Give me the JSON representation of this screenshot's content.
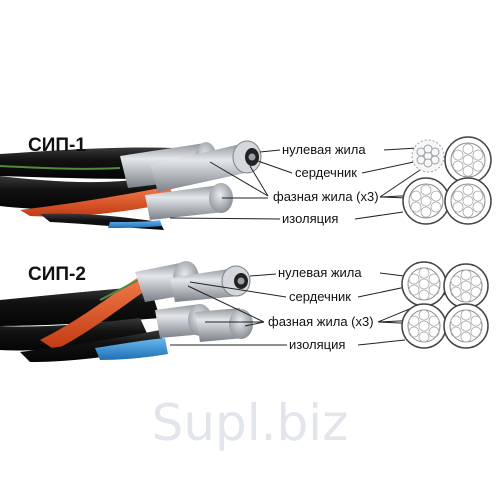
{
  "watermark": "Supl.biz",
  "colors": {
    "insulation": "#141414",
    "red_stripe": "#e0501e",
    "blue_stripe": "#2f8fd6",
    "green_stripe": "#4f8a3e",
    "aluminium": "#b9bec4",
    "leader": "#222222"
  },
  "cables": [
    {
      "title": "СИП-1",
      "labels": [
        "нулевая жила",
        "сердечник",
        "фазная жила (x3)",
        "изоляция"
      ]
    },
    {
      "title": "СИП-2",
      "labels": [
        "нулевая жила",
        "сердечник",
        "фазная жила (x3)",
        "изоляция"
      ]
    }
  ]
}
